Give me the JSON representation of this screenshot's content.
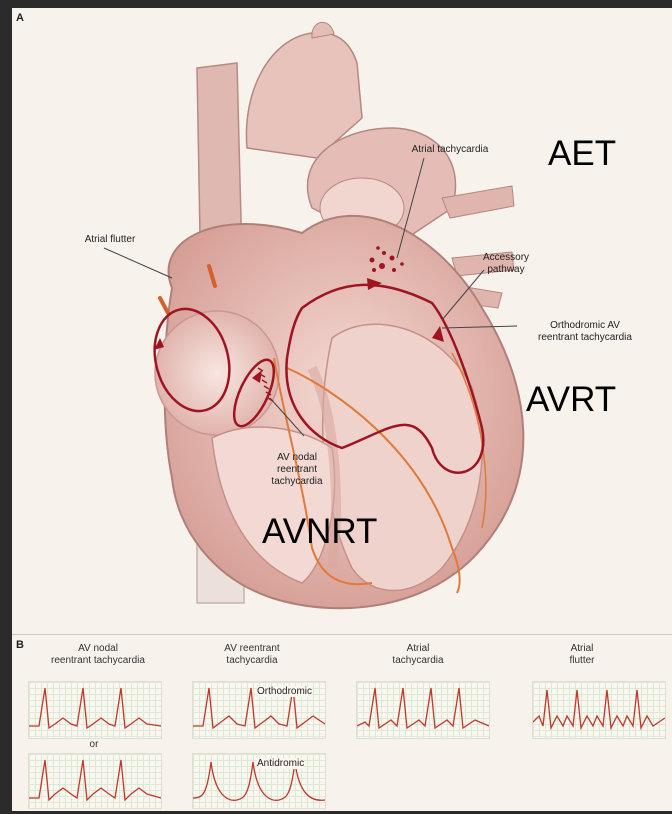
{
  "panel_a": {
    "label": "A",
    "callouts": {
      "atrial_tachycardia": "Atrial tachycardia",
      "accessory_pathway": "Accessory pathway",
      "orthodromic_line1": "Orthodromic AV",
      "orthodromic_line2": "reentrant tachycardia",
      "atrial_flutter": "Atrial flutter",
      "avnrt_line1": "AV nodal",
      "avnrt_line2": "reentrant",
      "avnrt_line3": "tachycardia"
    },
    "overlays": {
      "aet": "AET",
      "avrt": "AVRT",
      "avnrt": "AVNRT"
    },
    "colors": {
      "heart": "#e9c1bb",
      "heart_dark": "#c98f87",
      "circuit": "#a01422",
      "conduction": "#e07a3a"
    }
  },
  "panel_b": {
    "label": "B",
    "columns": [
      {
        "line1": "AV nodal",
        "line2": "reentrant tachycardia"
      },
      {
        "line1": "AV reentrant",
        "line2": "tachycardia"
      },
      {
        "line1": "Atrial",
        "line2": "tachycardia"
      },
      {
        "line1": "Atrial",
        "line2": "flutter"
      }
    ],
    "or_text": "or",
    "orthodromic": "Orthodromic",
    "antidromic": "Antidromic",
    "colors": {
      "trace": "#c0392b",
      "grid": "#d9ead7"
    }
  }
}
